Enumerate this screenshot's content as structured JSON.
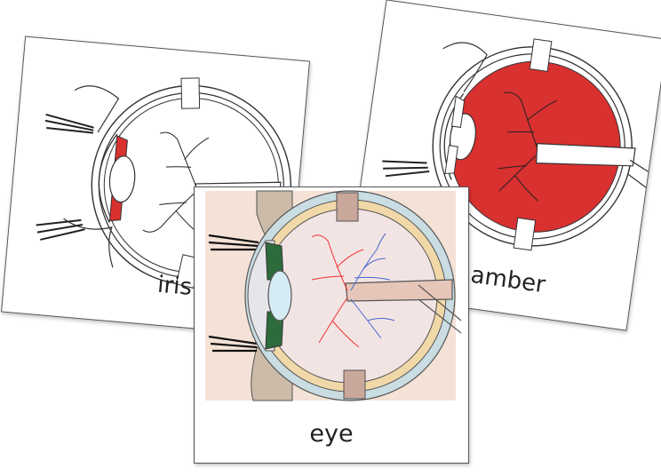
{
  "cards": {
    "iris": {
      "label": "iris",
      "highlight_color": "#d93030"
    },
    "vitreous": {
      "label": "s chamber",
      "highlight_color": "#d93030"
    },
    "eye": {
      "label": "eye",
      "background_color": "#f4e2d6"
    }
  }
}
